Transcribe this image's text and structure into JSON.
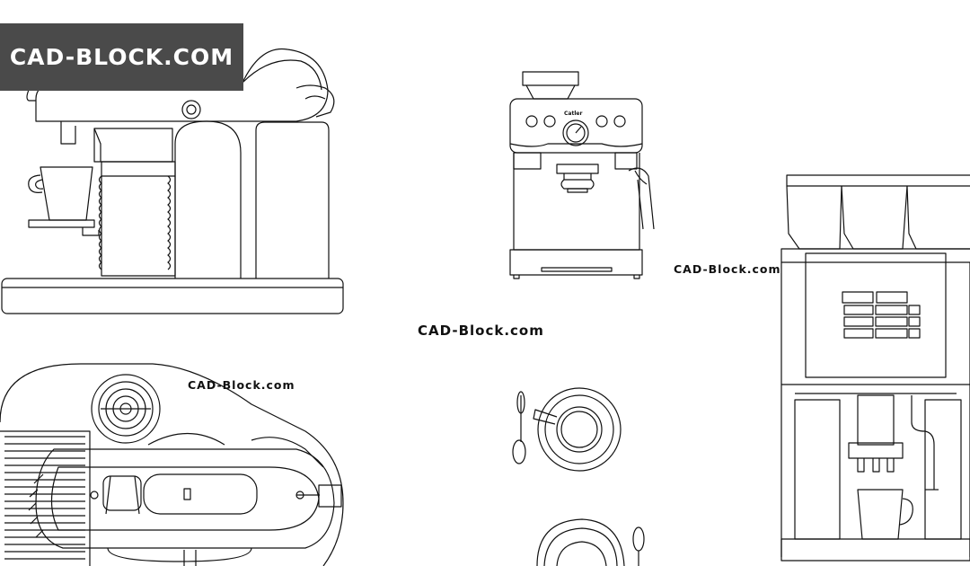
{
  "brand_badge": {
    "text": "CAD-BLOCK.COM"
  },
  "watermarks": [
    "CAD-Block.com",
    "CAD-Block.com",
    "CAD-Block.com"
  ],
  "machines": {
    "espresso_front_brand": "Catler"
  },
  "colors": {
    "line": "#111111",
    "badge_bg": "#4a4a4a",
    "badge_text": "#ffffff",
    "background": "#ffffff"
  }
}
